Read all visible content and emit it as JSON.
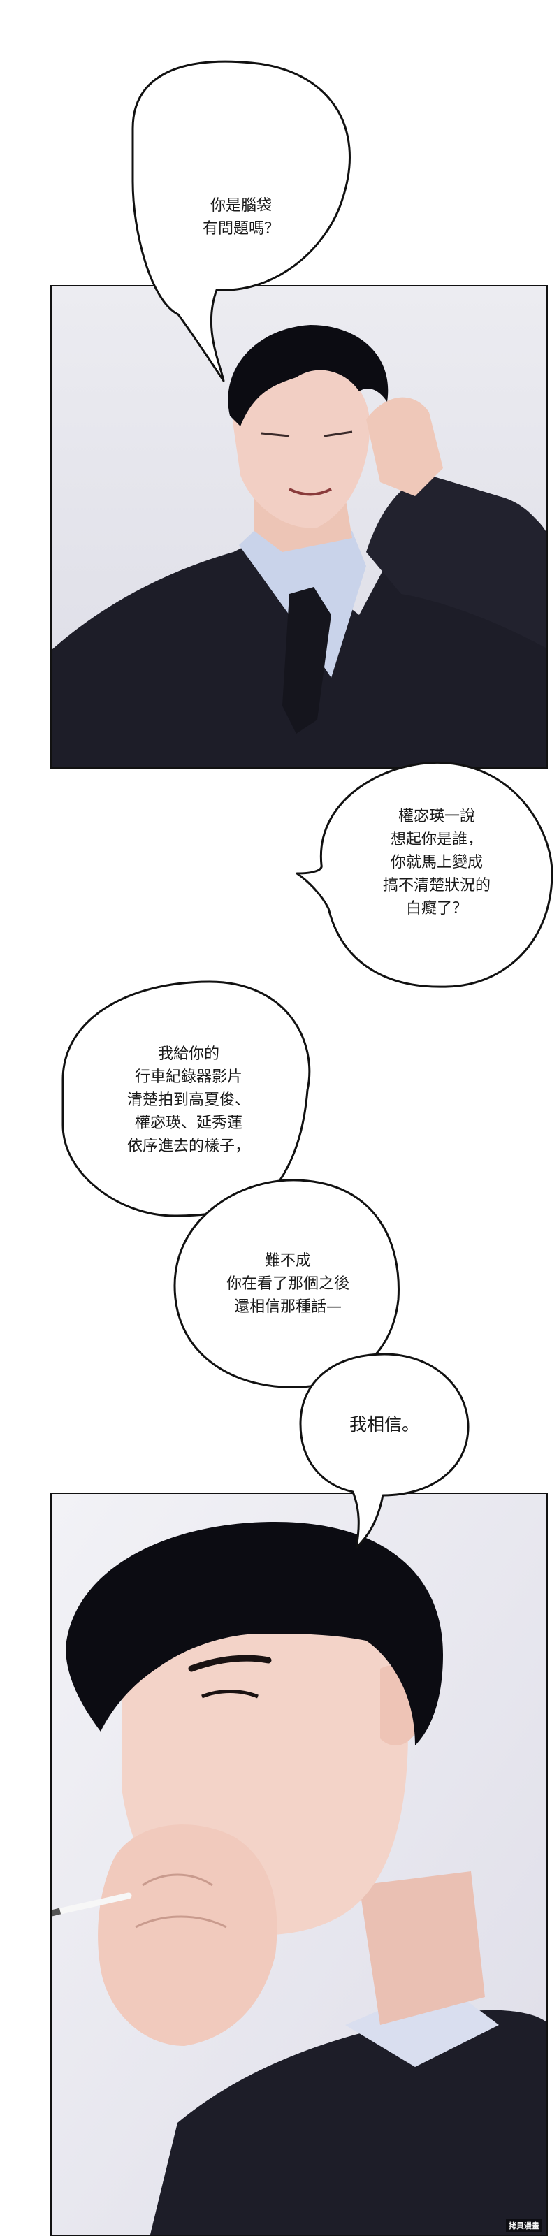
{
  "bubbles": {
    "b1": "你是腦袋\n有問題嗎？",
    "b2": "權宓瑛一說\n想起你是誰，\n你就馬上變成\n搞不清楚狀況的\n白癡了？",
    "b3": "我給你的\n行車紀錄器影片\n清楚拍到高夏俊、\n權宓瑛、延秀蓮\n依序進去的樣子，",
    "b4": "難不成\n你在看了那個之後\n還相信那種話—",
    "b5": "我相信。"
  },
  "watermark": "拷貝漫畫",
  "colors": {
    "panel_bg": "#e4e4ec",
    "suit": "#1d1d28",
    "shirt": "#c9d3ea",
    "hair": "#0c0c12",
    "skin": "#f2cfc4",
    "outline": "#111111"
  }
}
